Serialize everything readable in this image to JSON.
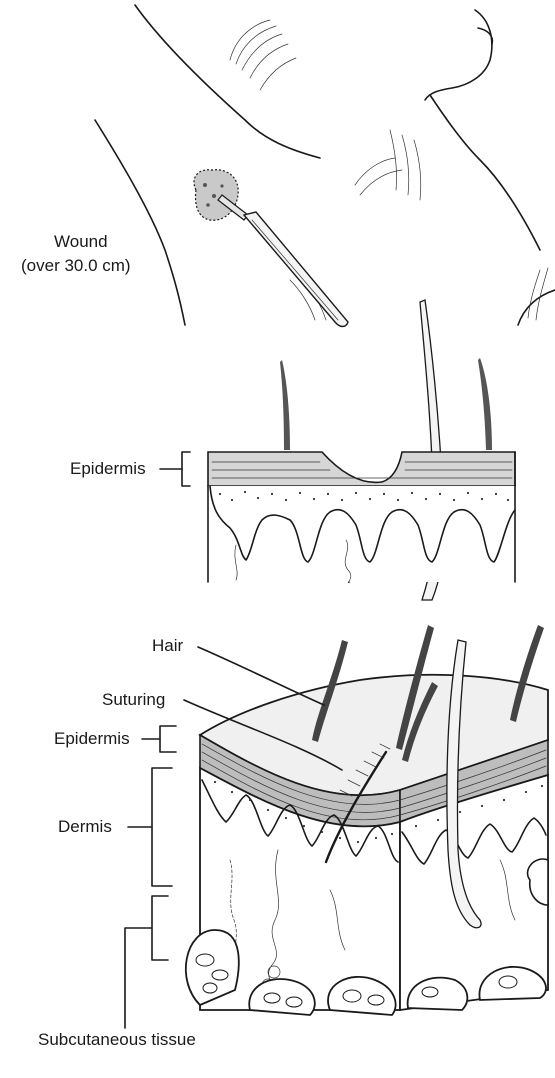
{
  "panel1": {
    "wound_label_line1": "Wound",
    "wound_label_line2": "(over 30.0 cm)"
  },
  "panel2": {
    "epidermis_label": "Epidermis"
  },
  "panel3": {
    "hair_label": "Hair",
    "suturing_label": "Suturing",
    "epidermis_label": "Epidermis",
    "dermis_label": "Dermis",
    "subcutaneous_label": "Subcutaneous tissue"
  },
  "colors": {
    "ink": "#1a1a1a",
    "layer_gray": "#bdbdbd",
    "epidermis_gray": "#d6d6d6",
    "background": "#ffffff"
  }
}
